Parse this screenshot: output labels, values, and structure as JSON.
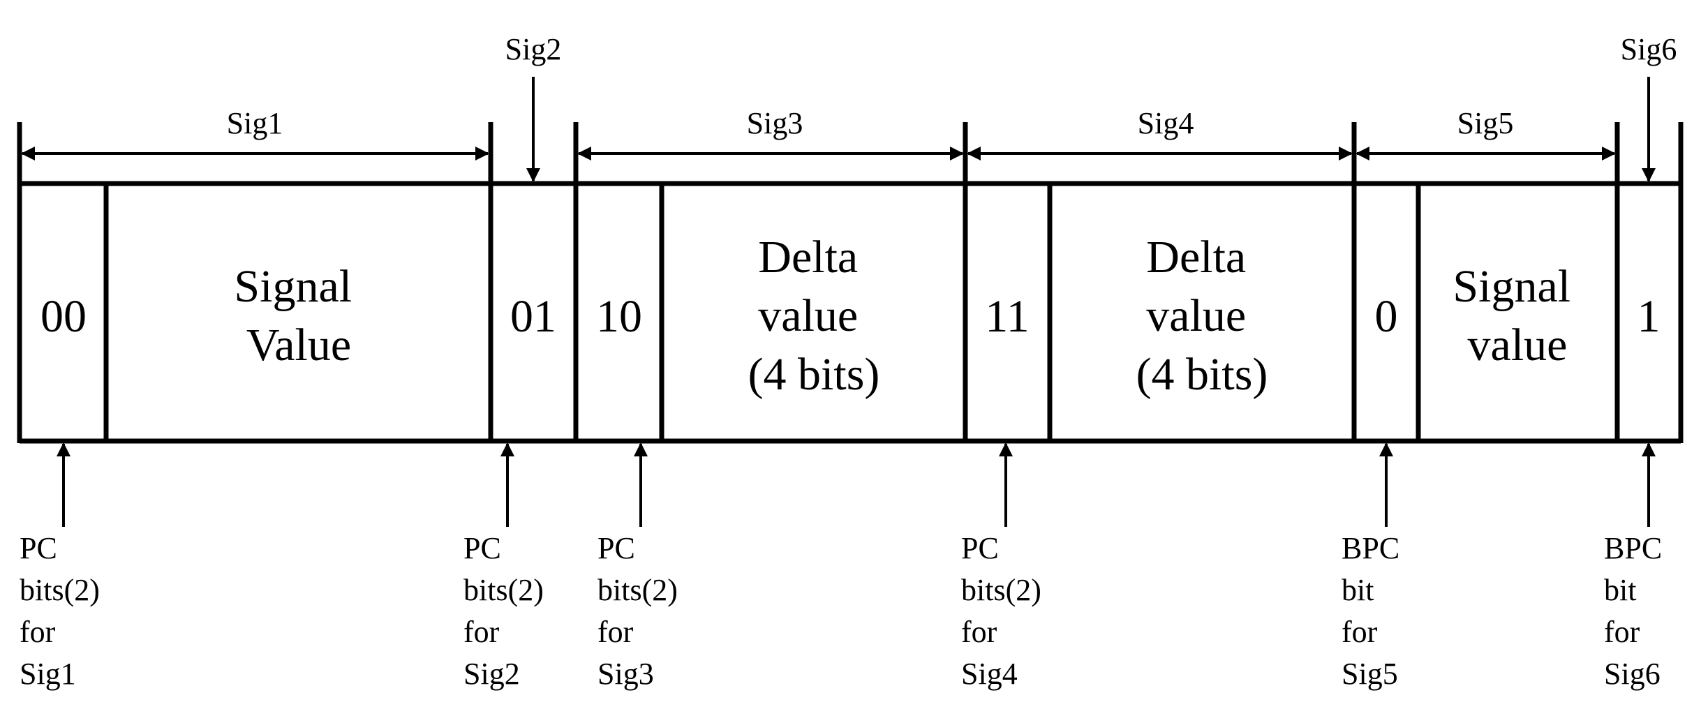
{
  "signals": {
    "sig1": "Sig1",
    "sig2": "Sig2",
    "sig3": "Sig3",
    "sig4": "Sig4",
    "sig5": "Sig5",
    "sig6": "Sig6"
  },
  "fields": {
    "f00": "00",
    "signal_value_1": [
      "Signal",
      "Value"
    ],
    "f01": "01",
    "f10": "10",
    "delta_value_1": [
      "Delta",
      "value",
      "(4 bits)"
    ],
    "f11": "11",
    "delta_value_2": [
      "Delta",
      "value",
      "(4 bits)"
    ],
    "f0": "0",
    "signal_value_2": [
      "Signal",
      "value"
    ],
    "f1": "1"
  },
  "bottom_labels": {
    "pc_sig1": [
      "PC",
      "bits(2)",
      "for",
      "Sig1"
    ],
    "pc_sig2": [
      "PC",
      "bits(2)",
      "for",
      "Sig2"
    ],
    "pc_sig3": [
      "PC",
      "bits(2)",
      "for",
      "Sig3"
    ],
    "pc_sig4": [
      "PC",
      "bits(2)",
      "for",
      "Sig4"
    ],
    "bpc_sig5": [
      "BPC",
      "bit",
      "for",
      "Sig5"
    ],
    "bpc_sig6": [
      "BPC",
      "bit",
      "for",
      "Sig6"
    ]
  }
}
